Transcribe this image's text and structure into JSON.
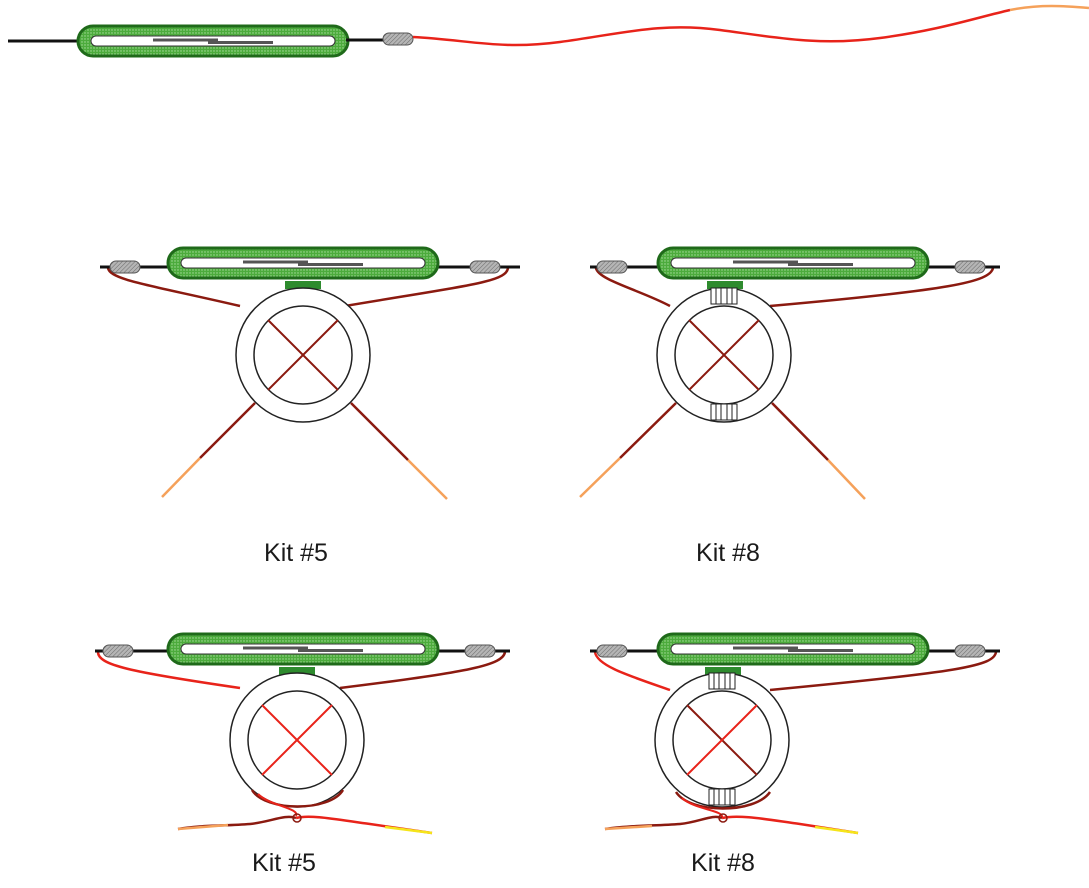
{
  "labels": {
    "kit5_top": "Kit #5",
    "kit8_top": "Kit #8",
    "kit5_bottom": "Kit #5",
    "kit8_bottom": "Kit #8"
  },
  "colors": {
    "tube_fill": "#5dbb4a",
    "tube_edge": "#1f6a1a",
    "lead": "#111111",
    "wire_dark": "#8b1a10",
    "wire_red": "#e8231a",
    "wire_orange": "#f5a15a",
    "wire_yellow": "#f5e51a",
    "ring": "#222222",
    "sleeve": "#9a9a9a"
  },
  "assemblies": [
    {
      "name": "kit-5-pigtail",
      "wire_color": "wire_dark",
      "bands": false
    },
    {
      "name": "kit-8-pigtail",
      "wire_color": "wire_dark",
      "bands": true
    },
    {
      "name": "kit-5-twisted",
      "wire_color": "wire_red",
      "bands": false
    },
    {
      "name": "kit-8-twisted",
      "wire_color": "wire_red",
      "bands": true
    }
  ]
}
